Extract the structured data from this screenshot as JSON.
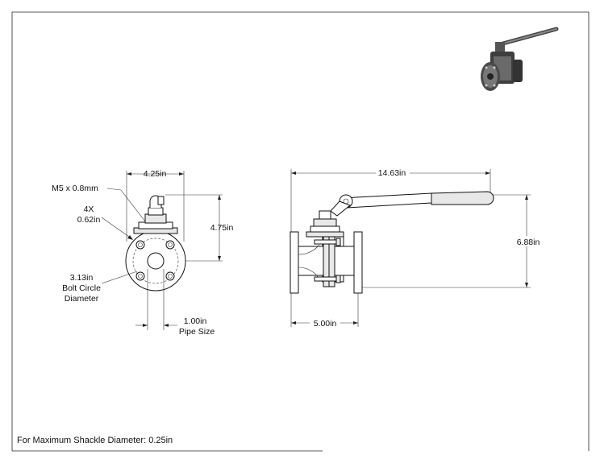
{
  "dimensions": {
    "front_width": "4.25in",
    "front_height": "4.75in",
    "thread": "M5 x 0.8mm",
    "hole_count": "4X",
    "hole_dia": "0.62in",
    "bolt_circle_value": "3.13in",
    "bolt_circle_line1": "Bolt Circle",
    "bolt_circle_line2": "Diameter",
    "pipe_value": "1.00in",
    "pipe_label": "Pipe Size",
    "side_length": "14.63in",
    "side_height": "6.88in",
    "body_length": "5.00in"
  },
  "footer_note": "For Maximum Shackle Diameter: 0.25in",
  "thumbnail_icon": "ball-valve-render-icon"
}
